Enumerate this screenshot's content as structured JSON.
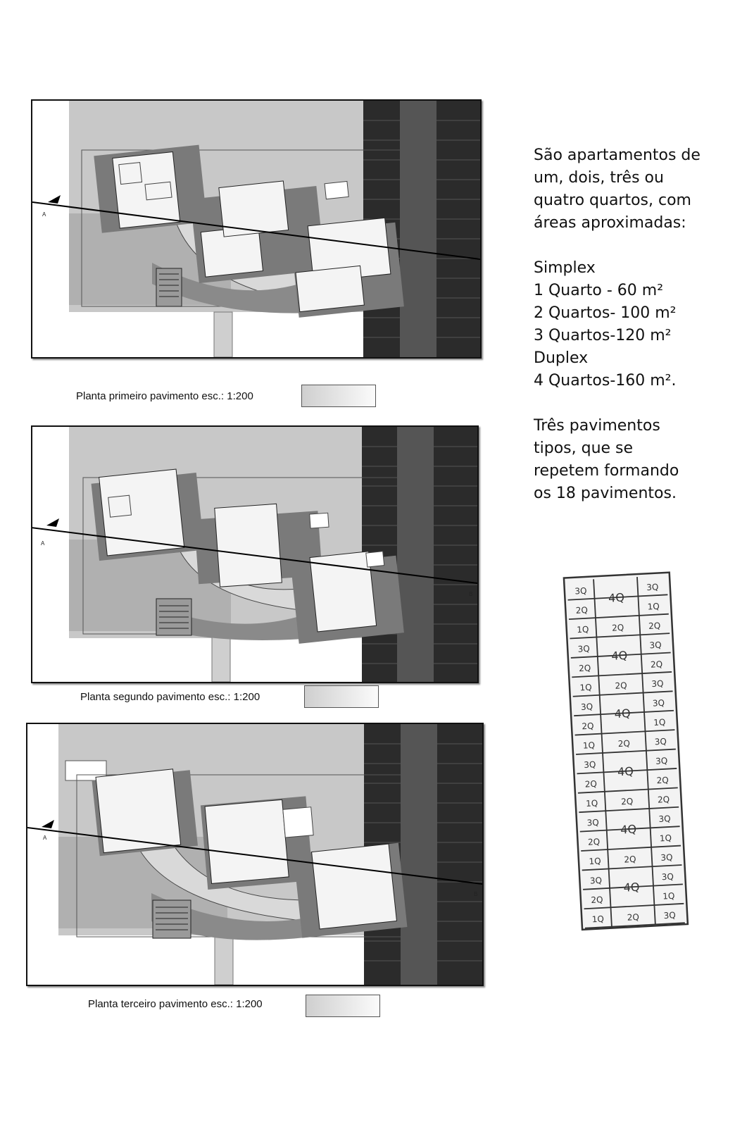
{
  "plans": [
    {
      "caption": "Planta primeiro pavimento esc.: 1:200",
      "cut_start": "A",
      "cut_end": "B"
    },
    {
      "caption": "Planta segundo pavimento esc.: 1:200",
      "cut_start": "A",
      "cut_end": "B"
    },
    {
      "caption": "Planta terceiro pavimento esc.: 1:200",
      "cut_start": "A",
      "cut_end": "B"
    }
  ],
  "description": {
    "intro": [
      "São apartamentos de",
      "um, dois, três ou",
      "quatro quartos, com",
      "áreas aproximadas:"
    ],
    "types": [
      "Simplex",
      "1 Quarto - 60 m²",
      "2 Quartos- 100 m²",
      "3 Quartos-120 m²",
      "Duplex",
      "4 Quartos-160 m²."
    ],
    "floors": [
      "Três pavimentos",
      "tipos, que se",
      "repetem formando",
      "os 18 pavimentos."
    ]
  },
  "sketch_rows": [
    [
      "3Q",
      "4Q",
      "3Q"
    ],
    [
      "2Q",
      "",
      "1Q"
    ],
    [
      "1Q",
      "2Q",
      "2Q"
    ],
    [
      "3Q",
      "4Q",
      "3Q"
    ],
    [
      "2Q",
      "",
      "2Q"
    ],
    [
      "1Q",
      "2Q",
      "3Q"
    ],
    [
      "3Q",
      "4Q",
      "3Q"
    ],
    [
      "2Q",
      "",
      "1Q"
    ],
    [
      "1Q",
      "2Q",
      "3Q"
    ],
    [
      "3Q",
      "4Q",
      "3Q"
    ],
    [
      "2Q",
      "",
      "2Q"
    ],
    [
      "1Q",
      "2Q",
      "2Q"
    ],
    [
      "3Q",
      "4Q",
      "3Q"
    ],
    [
      "2Q",
      "",
      "1Q"
    ],
    [
      "1Q",
      "2Q",
      "3Q"
    ],
    [
      "3Q",
      "4Q",
      "3Q"
    ],
    [
      "2Q",
      "",
      "1Q"
    ],
    [
      "1Q",
      "2Q",
      "3Q"
    ]
  ],
  "colors": {
    "road": "#2b2b2b",
    "avenue": "#4a4a4a",
    "site": "#c8c8c8",
    "tower": "#7a7a7a",
    "apartment": "#f4f4f4"
  }
}
